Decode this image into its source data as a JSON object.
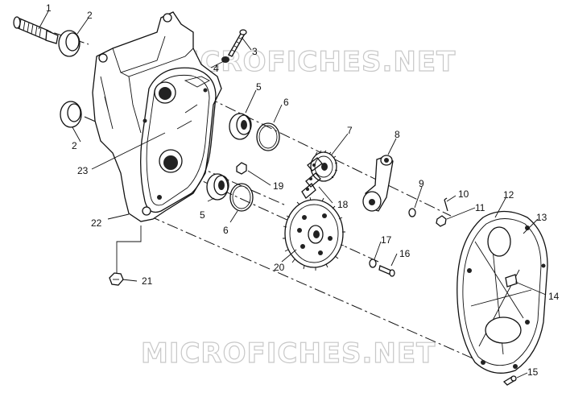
{
  "watermark": {
    "top": "MICROFICHES.NET",
    "bottom": "MICROFICHES.NET"
  },
  "callouts": [
    "1",
    "2",
    "3",
    "4",
    "5",
    "6",
    "7",
    "8",
    "9",
    "10",
    "11",
    "12",
    "13",
    "14",
    "15",
    "16",
    "17",
    "18",
    "19",
    "20",
    "21",
    "22",
    "23",
    "2",
    "5",
    "6"
  ]
}
